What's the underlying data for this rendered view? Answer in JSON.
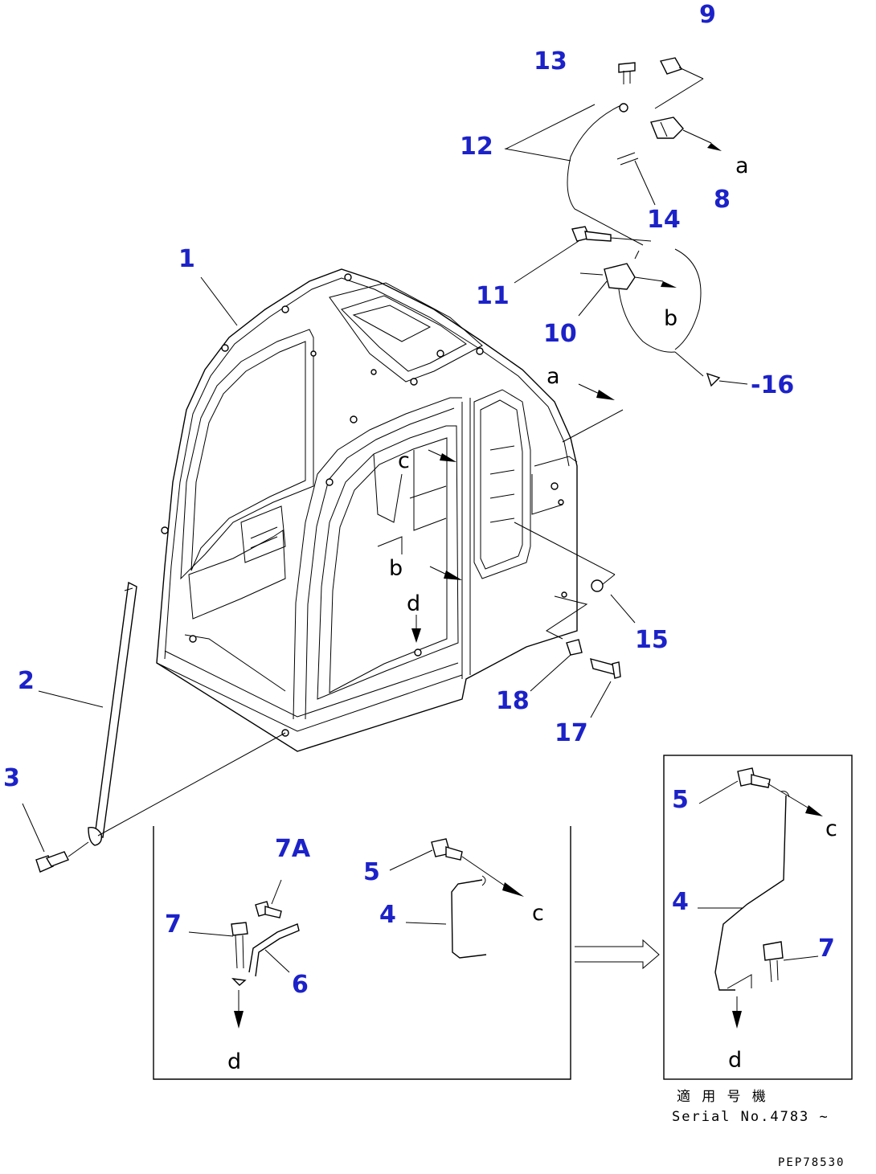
{
  "callouts": [
    {
      "id": "c1",
      "text": "1"
    },
    {
      "id": "c2",
      "text": "2"
    },
    {
      "id": "c3",
      "text": "3"
    },
    {
      "id": "c4a",
      "text": "4"
    },
    {
      "id": "c4b",
      "text": "4"
    },
    {
      "id": "c5a",
      "text": "5"
    },
    {
      "id": "c5b",
      "text": "5"
    },
    {
      "id": "c6",
      "text": "6"
    },
    {
      "id": "c7a",
      "text": "7"
    },
    {
      "id": "c7A",
      "text": "7A"
    },
    {
      "id": "c7b",
      "text": "7"
    },
    {
      "id": "c8",
      "text": "8"
    },
    {
      "id": "c9",
      "text": "9"
    },
    {
      "id": "c10",
      "text": "10"
    },
    {
      "id": "c11",
      "text": "11"
    },
    {
      "id": "c12",
      "text": "12"
    },
    {
      "id": "c13",
      "text": "13"
    },
    {
      "id": "c14",
      "text": "14"
    },
    {
      "id": "c15",
      "text": "15"
    },
    {
      "id": "c16",
      "text": "-16"
    },
    {
      "id": "c17",
      "text": "17"
    },
    {
      "id": "c18",
      "text": "18"
    }
  ],
  "refs": {
    "a": "a",
    "b": "b",
    "c": "c",
    "d": "d"
  },
  "note": {
    "japanese": "適 用 号 機",
    "serial": "Serial No.4783 ~"
  },
  "drawing_code": "PEP78530"
}
